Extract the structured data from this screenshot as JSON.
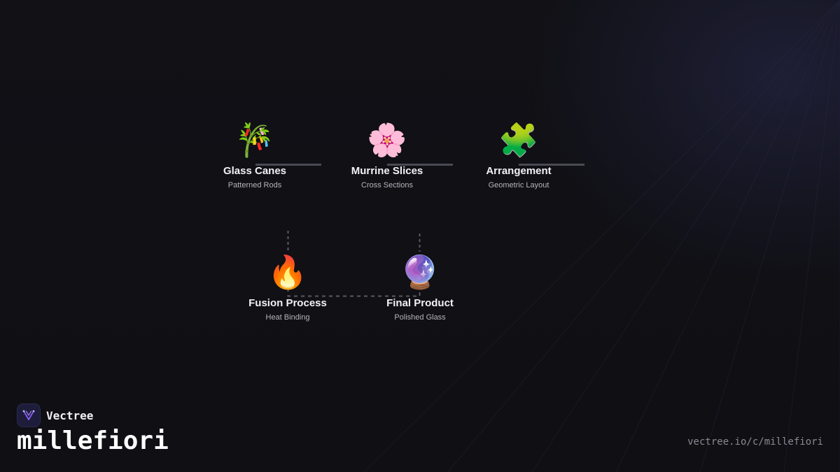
{
  "diagram": {
    "nodes": [
      {
        "id": "glass-canes",
        "icon": "🎋",
        "icon_name": "tanabata-tree-icon",
        "title": "Glass Canes",
        "subtitle": "Patterned Rods"
      },
      {
        "id": "murrine-slices",
        "icon": "🌸",
        "icon_name": "cherry-blossom-icon",
        "title": "Murrine Slices",
        "subtitle": "Cross Sections"
      },
      {
        "id": "arrangement",
        "icon": "🧩",
        "icon_name": "puzzle-piece-icon",
        "title": "Arrangement",
        "subtitle": "Geometric Layout"
      },
      {
        "id": "fusion-process",
        "icon": "🔥",
        "icon_name": "fire-icon",
        "title": "Fusion Process",
        "subtitle": "Heat Binding"
      },
      {
        "id": "final-product",
        "icon": "🔮",
        "icon_name": "crystal-ball-icon",
        "title": "Final Product",
        "subtitle": "Polished Glass"
      }
    ],
    "edges": [
      {
        "from": "glass-canes",
        "to": "murrine-slices",
        "style": "solid"
      },
      {
        "from": "murrine-slices",
        "to": "arrangement",
        "style": "solid"
      },
      {
        "from": "arrangement",
        "to": "off-canvas",
        "style": "solid"
      },
      {
        "from": "glass-canes",
        "to": "fusion-process",
        "style": "dashed"
      },
      {
        "from": "murrine-slices",
        "to": "final-product",
        "style": "dashed"
      },
      {
        "from": "fusion-process",
        "to": "final-product",
        "style": "dashed"
      }
    ]
  },
  "brand": {
    "name": "Vectree",
    "logo_icon": "vectree-logo-icon",
    "accent_color": "#8b5cf6"
  },
  "footer": {
    "title": "millefiori",
    "url": "vectree.io/c/millefiori"
  },
  "colors": {
    "background": "#101015",
    "connector": "#4a4a52",
    "title_text": "#f2f2f5",
    "subtitle_text": "#b4b4bc",
    "url_text": "#8a8a93"
  }
}
